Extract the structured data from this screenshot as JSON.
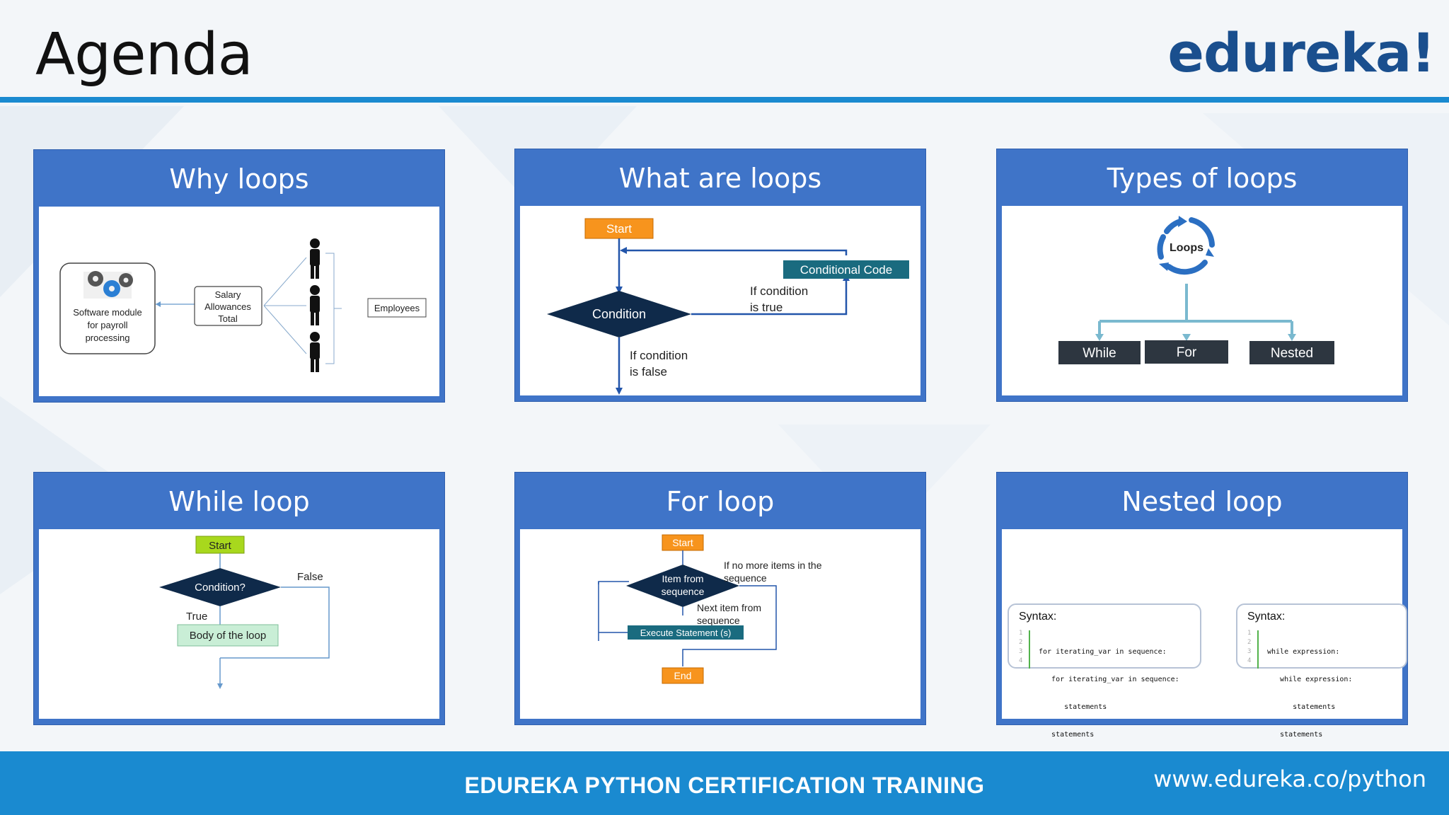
{
  "slide": {
    "title": "Agenda",
    "logo": "edureka!",
    "footer_title": "EDUREKA PYTHON CERTIFICATION TRAINING",
    "footer_url": "www.edureka.co/python"
  },
  "colors": {
    "accent": "#1a8ad0",
    "panel": "#3f74c8",
    "logo": "#1a4f8e",
    "diamond": "#0f2a4a",
    "orange": "#f7941d",
    "teal": "#1a6b7f",
    "lime": "#a8d81d",
    "mint": "#c9eed6"
  },
  "panels": [
    {
      "title": "Why loops",
      "module_lines": [
        "Software module",
        "for payroll",
        "processing"
      ],
      "salary_lines": [
        "Salary",
        "Allowances",
        "Total"
      ],
      "employees": "Employees"
    },
    {
      "title": "What are loops",
      "start": "Start",
      "condition": "Condition",
      "conditional_code": "Conditional Code",
      "true_lines": [
        "If condition",
        "is true"
      ],
      "false_lines": [
        "If condition",
        "is false"
      ]
    },
    {
      "title": "Types of loops",
      "center": "Loops",
      "types": [
        "While",
        "For",
        "Nested"
      ]
    },
    {
      "title": "While loop",
      "start": "Start",
      "condition": "Condition?",
      "false": "False",
      "true": "True",
      "body": "Body of the loop"
    },
    {
      "title": "For loop",
      "start": "Start",
      "diamond_lines": [
        "Item from",
        "sequence"
      ],
      "no_more_lines": [
        "If no more items in the",
        "sequence"
      ],
      "next_lines": [
        "Next item from",
        "sequence"
      ],
      "execute": "Execute Statement (s)",
      "end": "End"
    },
    {
      "title": "Nested loop",
      "syntax_label": "Syntax:",
      "for_code": [
        {
          "n": "1",
          "text": "for iterating_var in sequence:"
        },
        {
          "n": "2",
          "text": "   for iterating_var in sequence:"
        },
        {
          "n": "3",
          "text": "      statements"
        },
        {
          "n": "4",
          "text": "   statements"
        }
      ],
      "while_code": [
        {
          "n": "1",
          "text": "while expression:"
        },
        {
          "n": "2",
          "text": "   while expression:"
        },
        {
          "n": "3",
          "text": "      statements"
        },
        {
          "n": "4",
          "text": "   statements"
        }
      ]
    }
  ]
}
